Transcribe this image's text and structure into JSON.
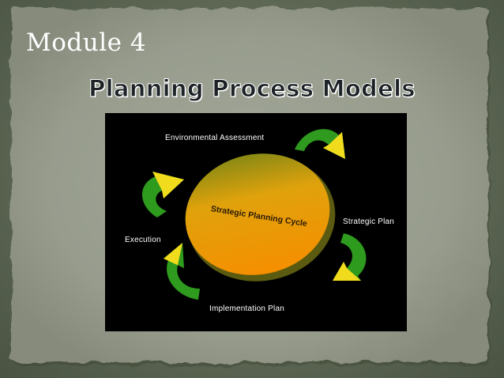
{
  "slide": {
    "title": "Module 4",
    "subtitle": "Planning Process Models"
  },
  "diagram": {
    "center_label": "Strategic Planning Cycle",
    "stages": {
      "environmental_assessment": "Environmental Assessment",
      "strategic_plan": "Strategic Plan",
      "implementation_plan": "Implementation Plan",
      "execution": "Execution"
    },
    "colors": {
      "background": "#000000",
      "circle_top": "#f5a623",
      "circle_bottom": "#e88a00",
      "circle_edge": "#6b6a12",
      "arrow_green": "#2e8b1e",
      "arrow_yellow": "#f2e01a"
    }
  }
}
